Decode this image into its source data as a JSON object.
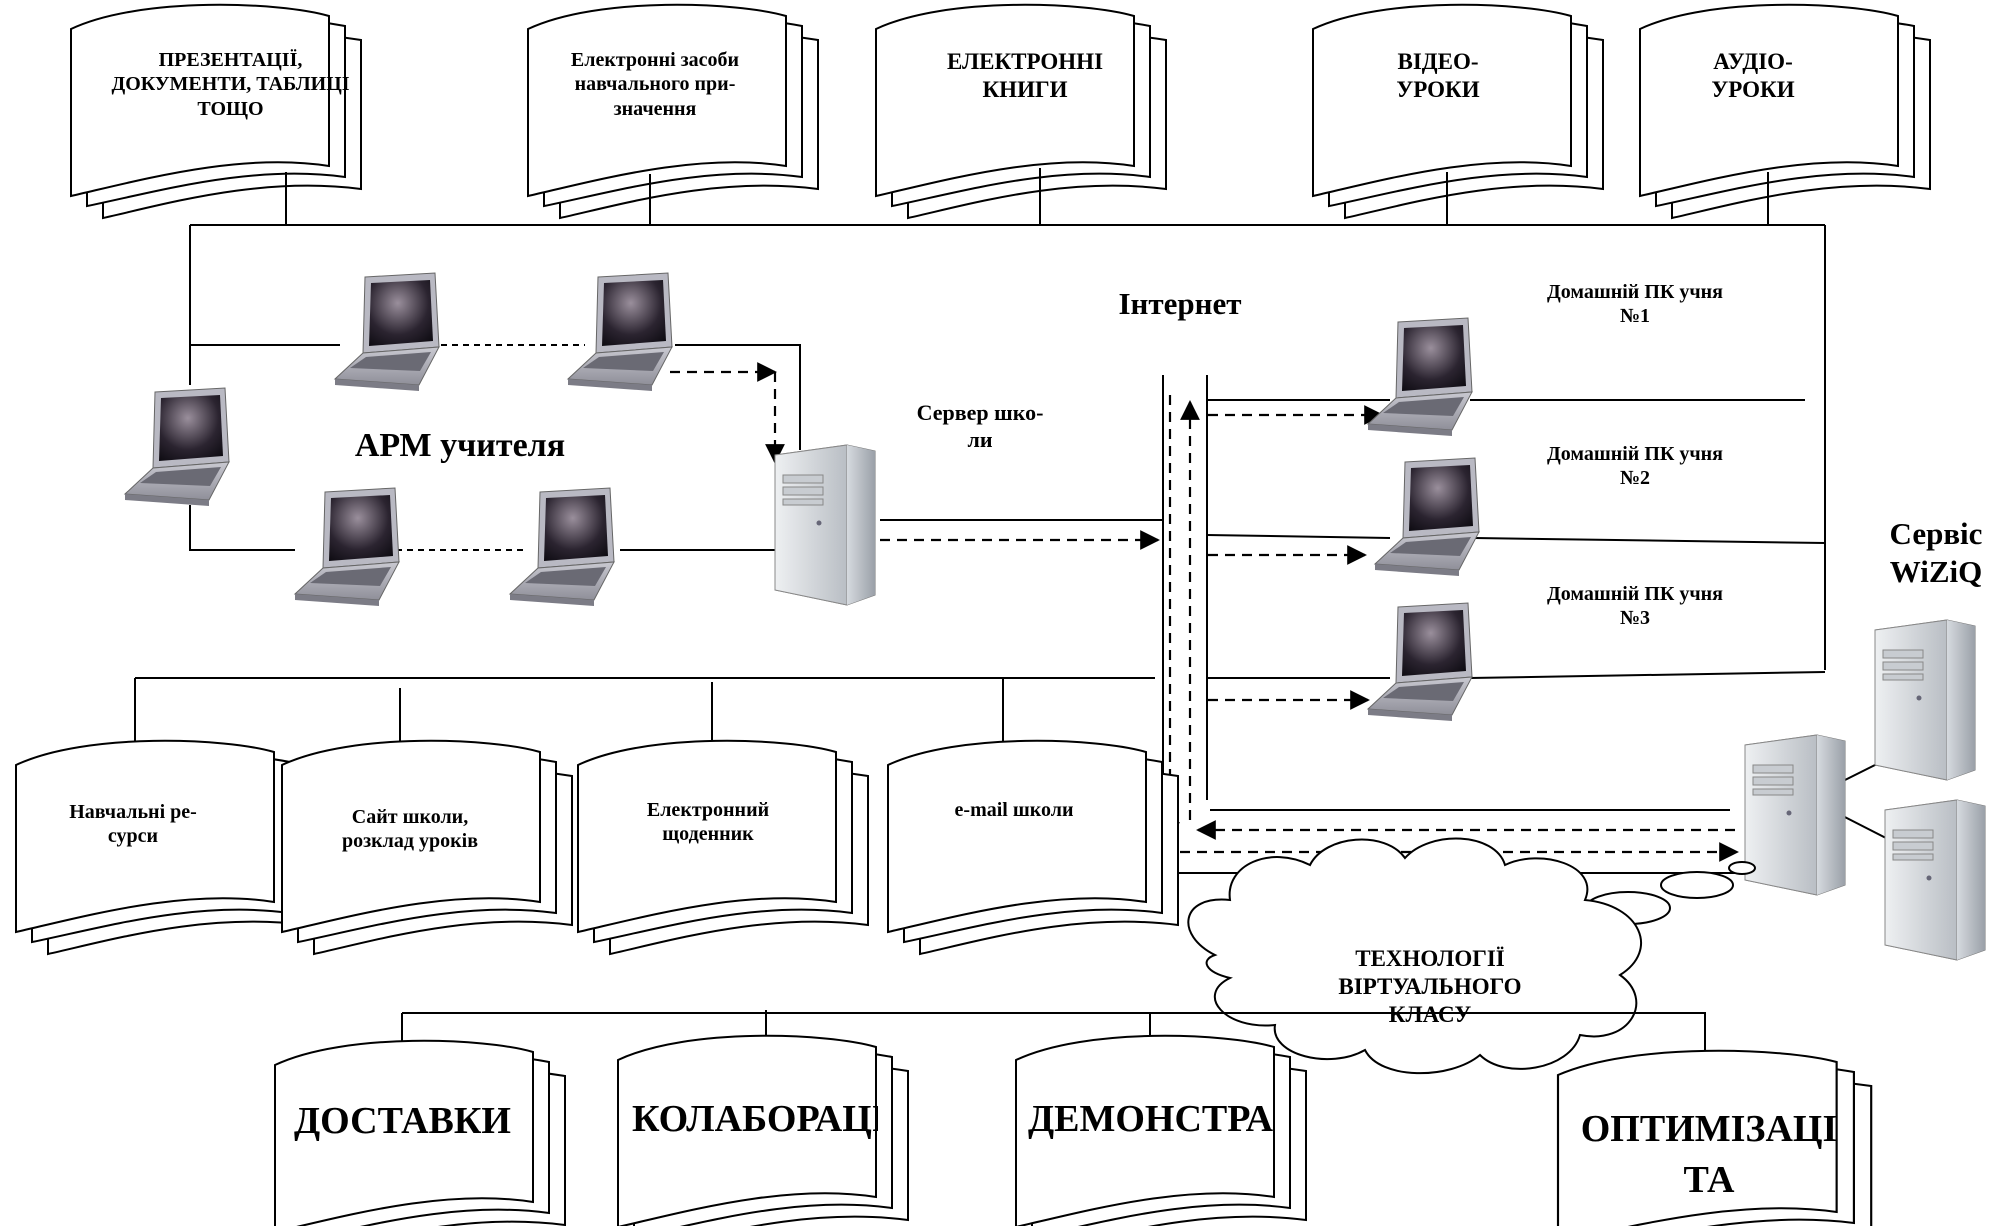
{
  "top_docs": [
    {
      "lines": [
        "ПРЕЗЕНТАЦІЇ,",
        "ДОКУМЕНТИ, ТАБЛИЦІ",
        "ТОЩО"
      ]
    },
    {
      "lines": [
        "Електронні засоби",
        "навчального при-",
        "значення"
      ]
    },
    {
      "lines": [
        "ЕЛЕКТРОННІ",
        "КНИГИ"
      ]
    },
    {
      "lines": [
        "ВІДЕО-",
        "УРОКИ"
      ]
    },
    {
      "lines": [
        "АУДІО-",
        "УРОКИ"
      ]
    }
  ],
  "bottom_docs": [
    {
      "lines": [
        "Навчальні ре-",
        "сурси"
      ]
    },
    {
      "lines": [
        "Сайт школи,",
        "розклад уроків"
      ]
    },
    {
      "lines": [
        "Електронний",
        "щоденник"
      ]
    },
    {
      "lines": [
        "e-mail  школи"
      ]
    }
  ],
  "tech_docs": [
    {
      "lines": [
        "ДОСТАВКИ"
      ]
    },
    {
      "lines": [
        "КОЛАБОРАЦІ"
      ]
    },
    {
      "lines": [
        "ДЕМОНСТРАЦ"
      ]
    },
    {
      "lines": [
        "ОПТИМІЗАЦІ",
        "ТА"
      ]
    }
  ],
  "labels": {
    "arm": "АРМ учителя",
    "internet": "Інтернет",
    "server": [
      "Сервер  шко-",
      "ли"
    ],
    "home_pc": [
      [
        "Домашній ПК учня",
        "№1"
      ],
      [
        "Домашній ПК учня",
        "№2"
      ],
      [
        "Домашній ПК учня",
        "№3"
      ]
    ],
    "wiziq": [
      "Сервіс",
      "WiZiQ"
    ],
    "cloud": [
      "ТЕХНОЛОГІЇ",
      "ВІРТУАЛЬНОГО",
      "КЛАСУ"
    ]
  },
  "icons": [
    "laptop-icon",
    "server-tower-icon",
    "document-stack-icon",
    "thought-cloud-icon"
  ]
}
